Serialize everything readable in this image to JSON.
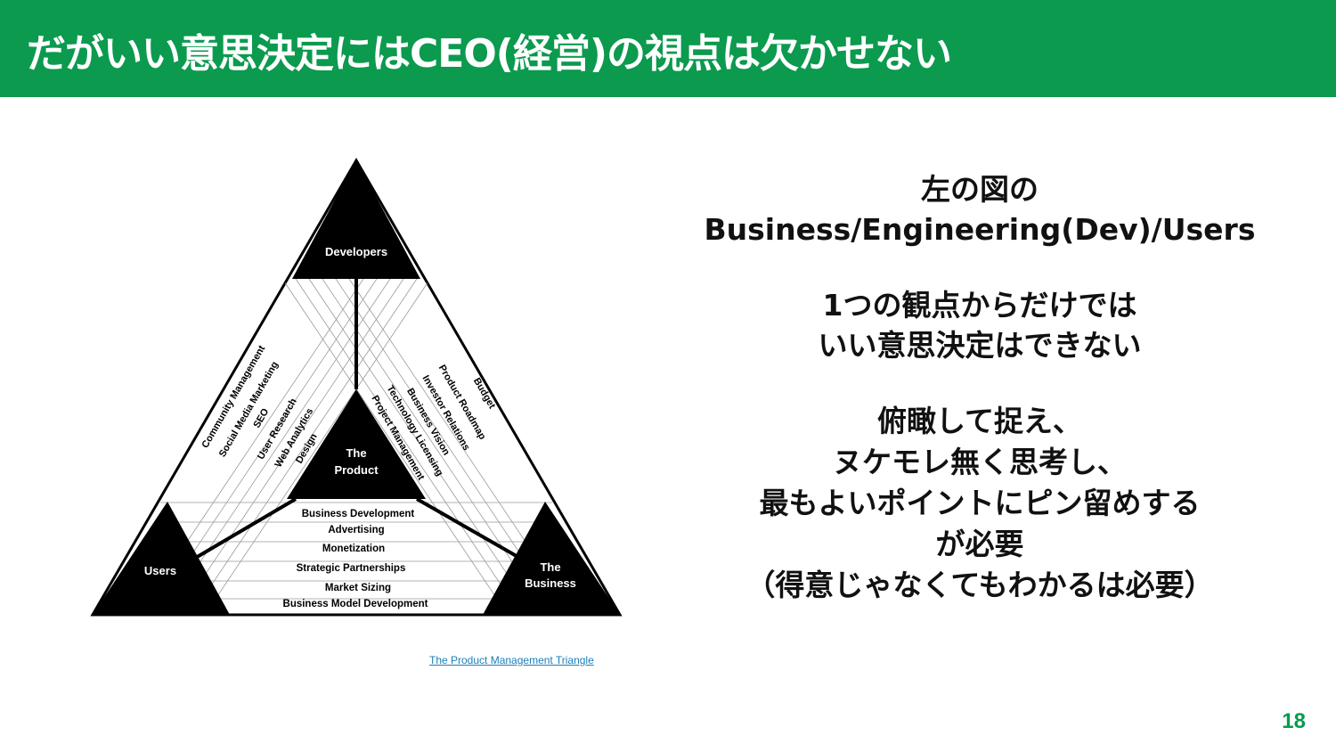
{
  "header": {
    "title": "だがいい意思決定にはCEO(経営)の視点は欠かせない"
  },
  "diagram": {
    "corners": {
      "developers": "Developers",
      "users": "Users",
      "business_line1": "The",
      "business_line2": "Business",
      "product_line1": "The",
      "product_line2": "Product"
    },
    "left_items": [
      "Community Management",
      "Social Media Marketing",
      "SEO",
      "User Research",
      "Web Analytics",
      "Design"
    ],
    "right_items": [
      "Budget",
      "Product Roadmap",
      "Investor Relations",
      "Business Vision",
      "Technology Licensing",
      "Project Management"
    ],
    "bottom_items": [
      "Business Development",
      "Advertising",
      "Monetization",
      "Strategic Partnerships",
      "Market Sizing",
      "Business Model Development"
    ]
  },
  "caption": {
    "link_text": "The Product Management Triangle"
  },
  "main_text": {
    "block1": [
      "左の図の",
      "Business/Engineering(Dev)/Users"
    ],
    "block2": [
      "1つの観点からだけでは",
      "いい意思決定はできない"
    ],
    "block3": [
      "俯瞰して捉え、",
      "ヌケモレ無く思考し、",
      "最もよいポイントにピン留めする",
      "が必要",
      "（得意じゃなくてもわかるは必要）"
    ]
  },
  "page_number": "18"
}
